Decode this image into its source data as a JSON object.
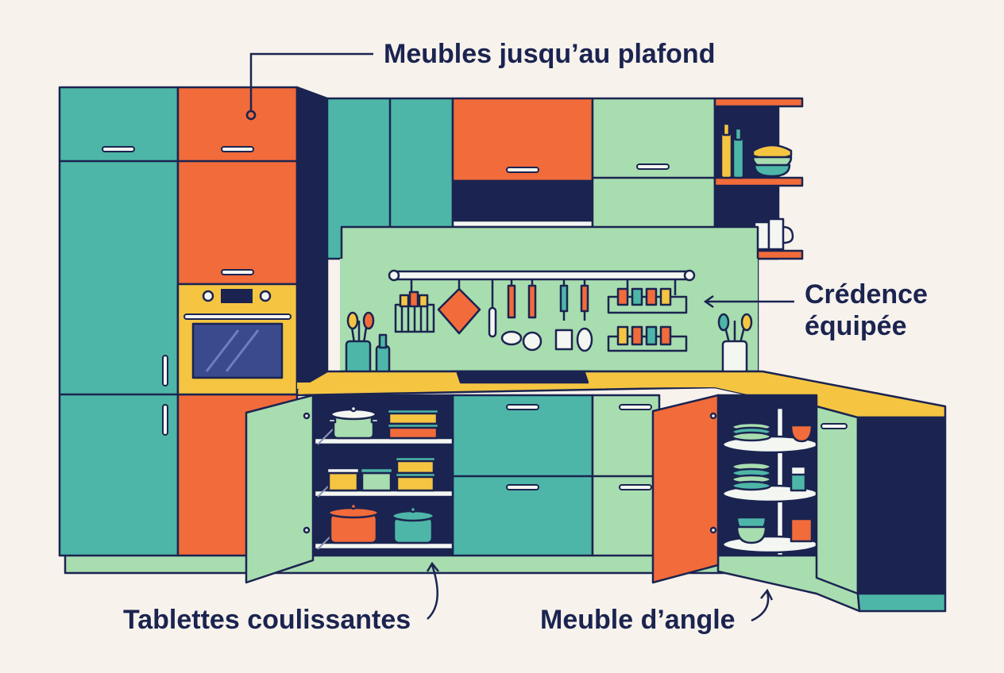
{
  "labels": {
    "ceiling_cabinets": "Meubles jusqu’au plafond",
    "equipped_backsplash_line1": "Crédence",
    "equipped_backsplash_line2": "équipée",
    "pull_out_shelves": "Tablettes coulissantes",
    "corner_cabinet": "Meuble d’angle"
  },
  "colors": {
    "background": "#F7F2EC",
    "outline": "#1B2450",
    "teal": "#4DB6A8",
    "orange": "#F26B3A",
    "mint": "#A8DDB0",
    "navy": "#1B2450",
    "yellow": "#F5C542",
    "white": "#F4F6F2"
  },
  "icons": [
    "oven-icon",
    "cooktop-icon",
    "range-hood-icon",
    "utensil-rail-icon",
    "spice-rack-icon",
    "pot-icon",
    "food-container-icon",
    "bottle-icon",
    "bowl-icon",
    "plate-stack-icon",
    "lazy-susan-icon",
    "mug-icon"
  ]
}
